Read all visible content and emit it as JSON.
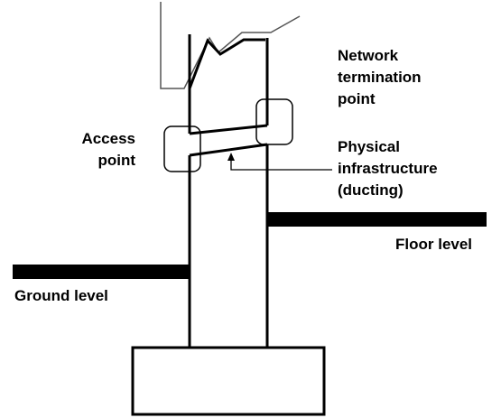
{
  "diagram": {
    "labels": {
      "network_termination_point": "Network\ntermination\npoint",
      "access_point": "Access\npoint",
      "physical_infrastructure": "Physical\ninfrastructure\n(ducting)",
      "floor_level": "Floor level",
      "ground_level": "Ground level"
    },
    "colors": {
      "line": "#000000",
      "thin_line": "#555555",
      "background": "#ffffff"
    }
  }
}
